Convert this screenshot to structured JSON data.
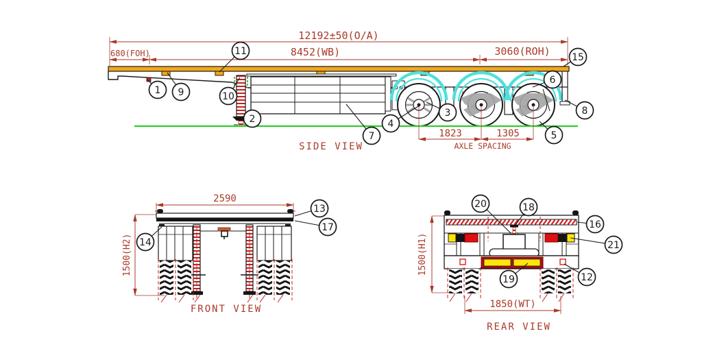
{
  "colors": {
    "dimension_red": "#A93A28",
    "deck_yellow": "#F2A71B",
    "fender_cyan": "#4FE0DD",
    "ground_green": "#2FCC2F",
    "hatch_red": "#D42121",
    "lamp_yellow": "#FFE60A",
    "lamp_red": "#E01010",
    "landing_gear_red": "#C42020",
    "suspension_gray": "#A3A3A3",
    "line_black": "#1A1A1A"
  },
  "side_view": {
    "title": "SIDE VIEW",
    "dim_overall": "12192±50(O/A)",
    "dim_front_overhang": "680(FOH)",
    "dim_wheelbase": "8452(WB)",
    "dim_rear_overhang": "3060(ROH)",
    "dim_axle_spacing_1": "1823",
    "dim_axle_spacing_2": "1305",
    "axle_spacing_label": "AXLE SPACING",
    "callouts": {
      "c1": "1",
      "c2": "2",
      "c3": "3",
      "c4": "4",
      "c5": "5",
      "c6": "6",
      "c7": "7",
      "c8": "8",
      "c9": "9",
      "c10": "10",
      "c11": "11",
      "c15": "15"
    }
  },
  "front_view": {
    "title": "FRONT VIEW",
    "dim_width": "2590",
    "dim_height": "1500(H2)",
    "callouts": {
      "c13": "13",
      "c14": "14",
      "c17": "17"
    }
  },
  "rear_view": {
    "title": "REAR VIEW",
    "dim_width": "1850(WT)",
    "dim_height": "1500(H1)",
    "callouts": {
      "c12": "12",
      "c16": "16",
      "c18": "18",
      "c19": "19",
      "c20": "20",
      "c21": "21"
    }
  }
}
